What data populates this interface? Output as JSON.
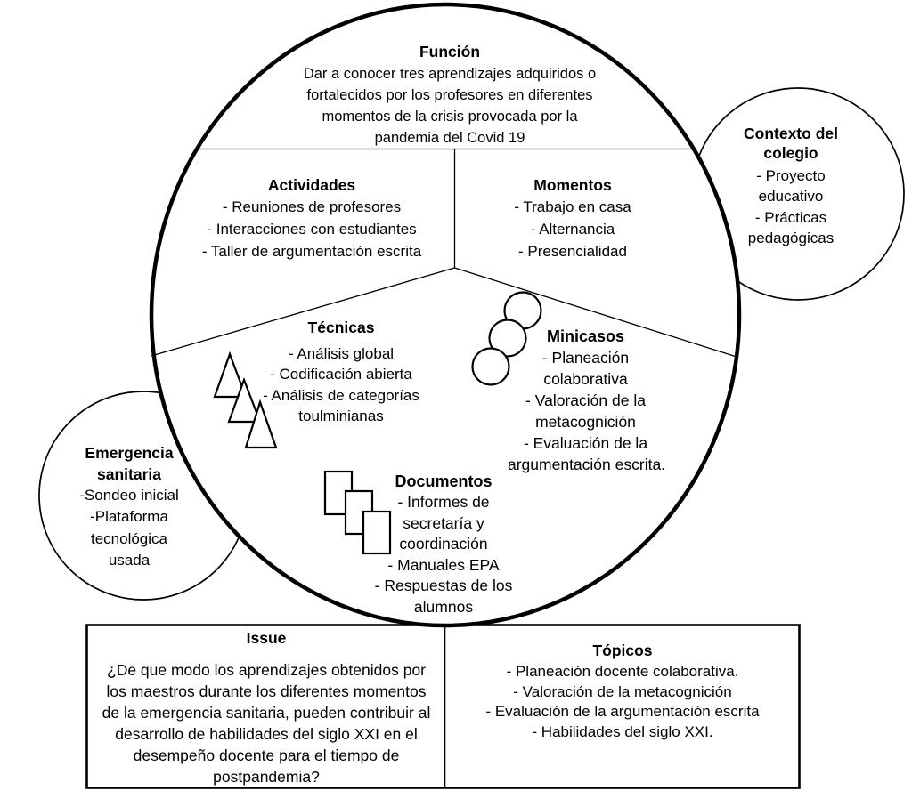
{
  "colors": {
    "ink": "#000000",
    "background": "#ffffff"
  },
  "main_circle": {
    "funcion": {
      "title": "Función",
      "lines": [
        "Dar a conocer tres aprendizajes adquiridos o",
        "fortalecidos por los profesores en diferentes",
        "momentos de la crisis provocada por la",
        "pandemia del Covid 19"
      ]
    },
    "actividades": {
      "title": "Actividades",
      "lines": [
        "- Reuniones de profesores",
        "- Interacciones con estudiantes",
        "- Taller de argumentación escrita"
      ]
    },
    "momentos": {
      "title": "Momentos",
      "lines": [
        "- Trabajo en casa",
        "- Alternancia",
        "- Presencialidad"
      ]
    },
    "tecnicas": {
      "title": "Técnicas",
      "lines": [
        "- Análisis global",
        "- Codificación abierta",
        "- Análisis de categorías",
        "toulminianas"
      ]
    },
    "minicasos": {
      "title": "Minicasos",
      "lines": [
        "- Planeación",
        "colaborativa",
        "- Valoración de la",
        "metacognición",
        "- Evaluación de la",
        "argumentación escrita."
      ]
    },
    "documentos": {
      "title": "Documentos",
      "lines": [
        "- Informes de",
        "secretaría y",
        "coordinación",
        "- Manuales EPA",
        "- Respuestas de los",
        "alumnos"
      ]
    }
  },
  "satellite_circles": {
    "emergencia": {
      "title_lines": [
        "Emergencia",
        "sanitaria"
      ],
      "lines": [
        "-Sondeo inicial",
        "-Plataforma",
        "tecnológica",
        "usada"
      ]
    },
    "contexto": {
      "title_lines": [
        "Contexto del",
        "colegio"
      ],
      "lines": [
        "- Proyecto",
        "educativo",
        "- Prácticas",
        "pedagógicas"
      ]
    }
  },
  "bottom_table": {
    "issue": {
      "title": "Issue",
      "lines": [
        "¿De que modo los aprendizajes obtenidos por",
        "los maestros durante los diferentes momentos",
        "de la emergencia sanitaria, pueden contribuir al",
        "desarrollo de habilidades del siglo XXI en el",
        "desempeño docente para el tiempo de",
        "postpandemia?"
      ]
    },
    "topicos": {
      "title": "Tópicos",
      "lines": [
        "- Planeación docente colaborativa.",
        "- Valoración de la metacognición",
        "- Evaluación de la argumentación escrita",
        "- Habilidades del siglo XXI."
      ]
    }
  },
  "icons": {
    "triangles": "triangles-icon",
    "circles": "circles-icon",
    "documents": "documents-icon"
  }
}
